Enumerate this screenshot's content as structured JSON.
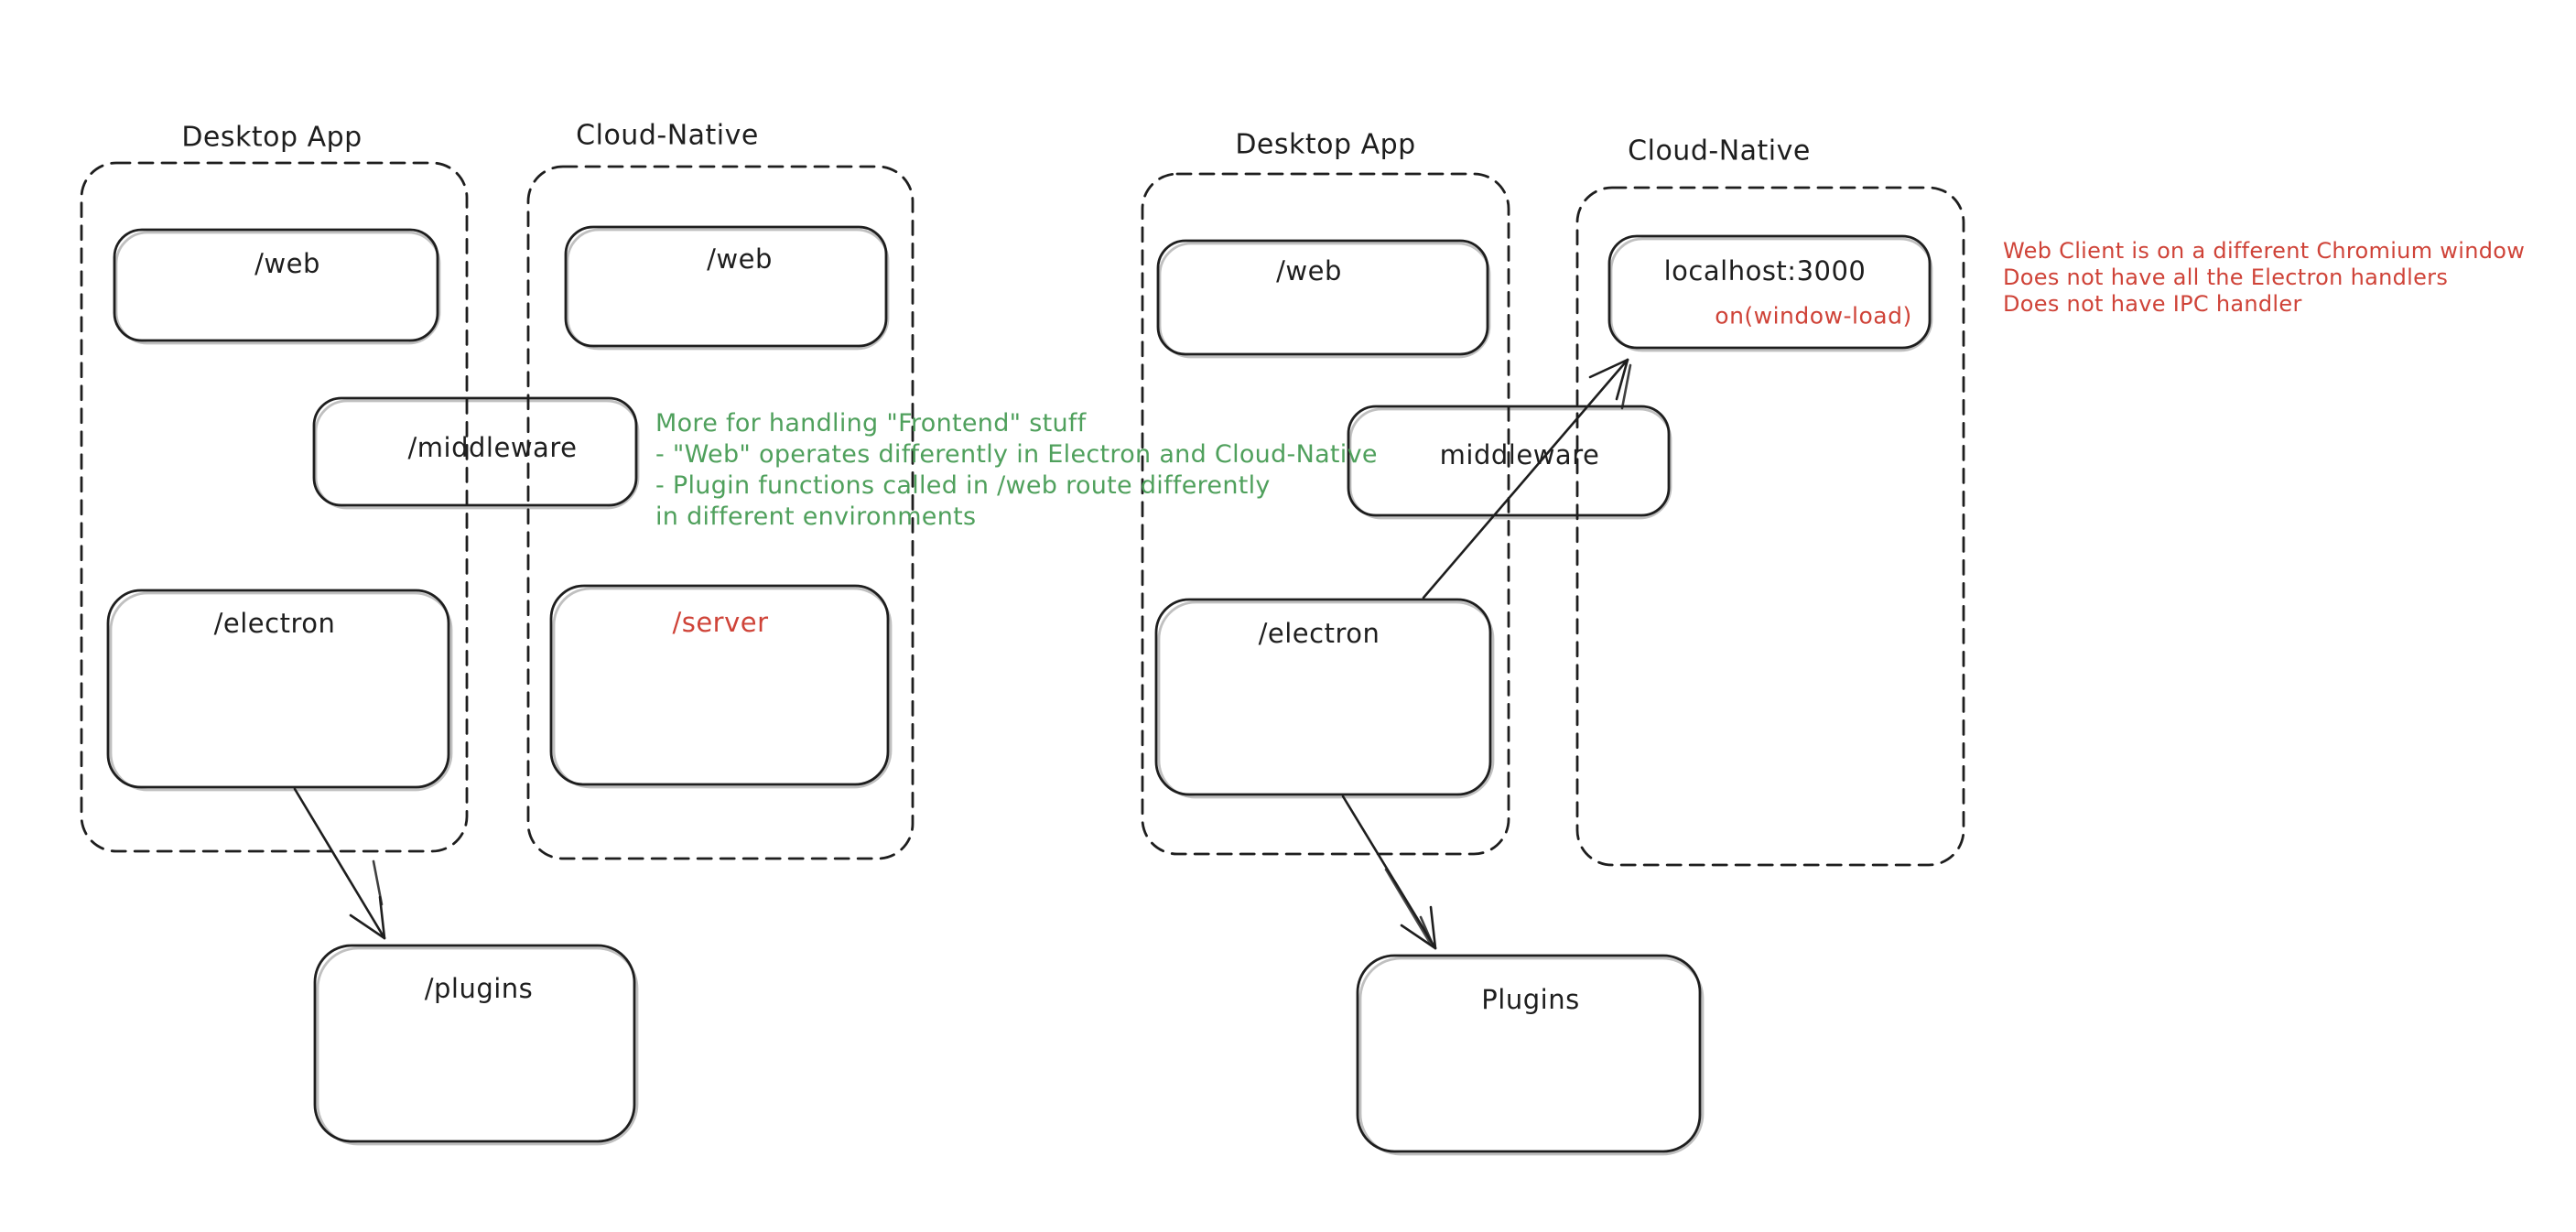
{
  "colors": {
    "background": "#ffffff",
    "ink": "#1e1e1e",
    "red": "#cf4338",
    "green": "#4fa05c"
  },
  "left": {
    "desktop_label": "Desktop App",
    "cloud_label": "Cloud-Native",
    "web1": "/web",
    "web2": "/web",
    "middleware": "/middleware",
    "electron": "/electron",
    "server": "/server",
    "plugins": "/plugins",
    "note": {
      "line1": "More for handling \"Frontend\" stuff",
      "line2": "- \"Web\" operates differently in Electron and Cloud-Native",
      "line3": "- Plugin functions called in /web route differently",
      "line4": "in different environments"
    }
  },
  "right": {
    "desktop_label": "Desktop App",
    "cloud_label": "Cloud-Native",
    "web": "/web",
    "localhost": "localhost:3000",
    "localhost_event": "on(window-load)",
    "middleware": "middleware",
    "electron": "/electron",
    "plugins": "Plugins",
    "note": {
      "line1": "Web Client is on a different Chromium window",
      "line2": "Does not have all the Electron handlers",
      "line3": "Does not have IPC handler"
    }
  }
}
